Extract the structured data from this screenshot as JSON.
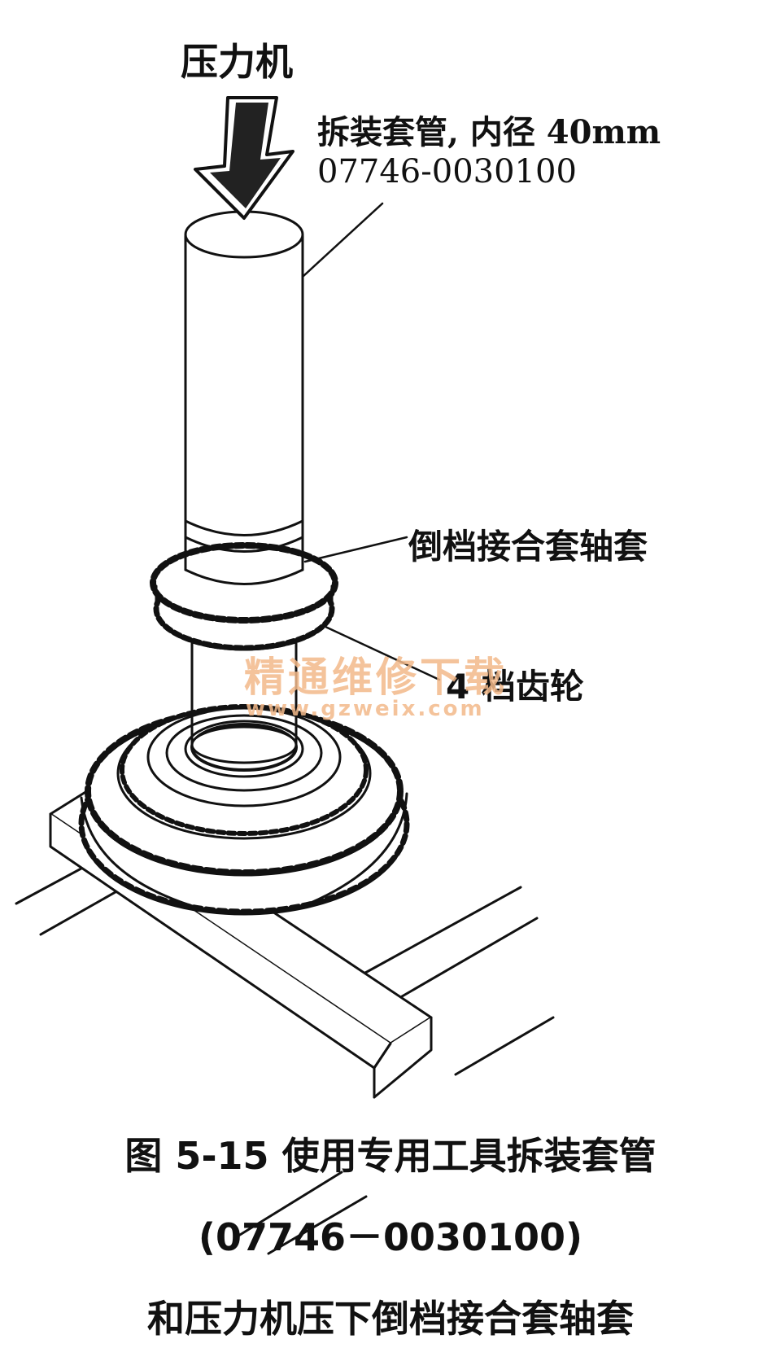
{
  "labels": {
    "press": "压力机",
    "tool": "拆装套管, 内径 40mm",
    "tool_part_number": "07746-0030100",
    "reverse_sleeve": "倒档接合套轴套",
    "fourth_gear": "4 档齿轮"
  },
  "watermark": {
    "cn": "精通维修下载",
    "url": "www.gzweix.com",
    "color": "#f3b98a"
  },
  "caption": {
    "line1": "图 5-15 使用专用工具拆装套管",
    "line2": "(07746－0030100)",
    "line3": "和压力机压下倒档接合套轴套"
  },
  "colors": {
    "ink": "#111111",
    "paper": "#ffffff",
    "watermark": "#f3b98a"
  }
}
